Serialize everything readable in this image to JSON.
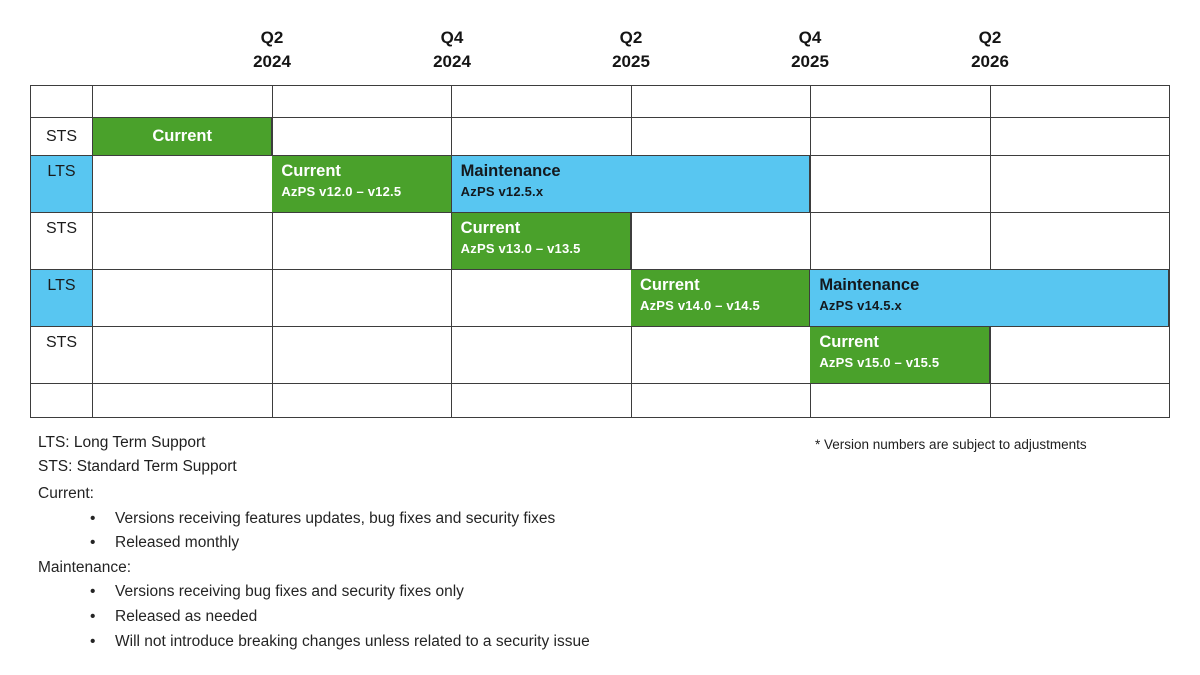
{
  "timeline": {
    "quarters": [
      {
        "quarter": "Q2",
        "year": "2024"
      },
      {
        "quarter": "Q4",
        "year": "2024"
      },
      {
        "quarter": "Q2",
        "year": "2025"
      },
      {
        "quarter": "Q4",
        "year": "2025"
      },
      {
        "quarter": "Q2",
        "year": "2026"
      }
    ]
  },
  "chart_data": {
    "type": "bar",
    "subtype": "gantt-support-timeline",
    "title": "",
    "x_ticks": [
      "Q2 2024",
      "Q4 2024",
      "Q2 2025",
      "Q4 2025",
      "Q2 2026"
    ],
    "x_note": "tick labels mark half-year column boundaries; grid has 6 half-year columns",
    "legend_position": "below",
    "grid": "on",
    "tracks": [
      {
        "label": "STS",
        "bars": [
          {
            "phase": "Current",
            "versions": "",
            "start_col": 1,
            "end_col": 1,
            "ends_at": "Q2 2024",
            "color": "#4aa12b"
          }
        ]
      },
      {
        "label": "LTS",
        "bars": [
          {
            "phase": "Current",
            "versions": "AzPS v12.0 – v12.5",
            "start_col": 2,
            "end_col": 2,
            "starts_at": "Q2 2024",
            "ends_at": "Q4 2024",
            "color": "#4aa12b"
          },
          {
            "phase": "Maintenance",
            "versions": "AzPS v12.5.x",
            "start_col": 3,
            "end_col": 4,
            "starts_at": "Q4 2024",
            "ends_at": "Q4 2025",
            "color": "#58c6f1"
          }
        ]
      },
      {
        "label": "STS",
        "bars": [
          {
            "phase": "Current",
            "versions": "AzPS v13.0 – v13.5",
            "start_col": 3,
            "end_col": 3,
            "starts_at": "Q4 2024",
            "ends_at": "Q2 2025",
            "color": "#4aa12b"
          }
        ]
      },
      {
        "label": "LTS",
        "bars": [
          {
            "phase": "Current",
            "versions": "AzPS v14.0 – v14.5",
            "start_col": 4,
            "end_col": 4,
            "starts_at": "Q2 2025",
            "ends_at": "Q4 2025",
            "color": "#4aa12b"
          },
          {
            "phase": "Maintenance",
            "versions": "AzPS v14.5.x",
            "start_col": 5,
            "end_col": 6,
            "starts_at": "Q4 2025",
            "ends_at": "table-end",
            "color": "#58c6f1"
          }
        ]
      },
      {
        "label": "STS",
        "bars": [
          {
            "phase": "Current",
            "versions": "AzPS v15.0 – v15.5",
            "start_col": 5,
            "end_col": 5,
            "starts_at": "Q4 2025",
            "ends_at": "Q2 2026",
            "color": "#4aa12b"
          }
        ]
      }
    ]
  },
  "legend": {
    "lts": "LTS: Long Term Support",
    "sts": "STS: Standard Term Support",
    "note": "* Version numbers are subject to adjustments",
    "sections": [
      {
        "heading": "Current:",
        "bullets": [
          "Versions receiving features updates, bug fixes and security fixes",
          "Released monthly"
        ]
      },
      {
        "heading": "Maintenance:",
        "bullets": [
          "Versions receiving bug fixes and security fixes only",
          "Released as needed",
          "Will not introduce breaking changes unless related to a security issue"
        ]
      }
    ]
  },
  "colors": {
    "current_green": "#4aa12b",
    "maintenance_blue": "#58c6f1",
    "lts_label_bg": "#58c6f1",
    "grid_line": "#3d3d3d",
    "text_dark": "#1c1c1c",
    "bar_text_on_green": "#ffffff",
    "bar_text_on_blue": "#14191e"
  }
}
